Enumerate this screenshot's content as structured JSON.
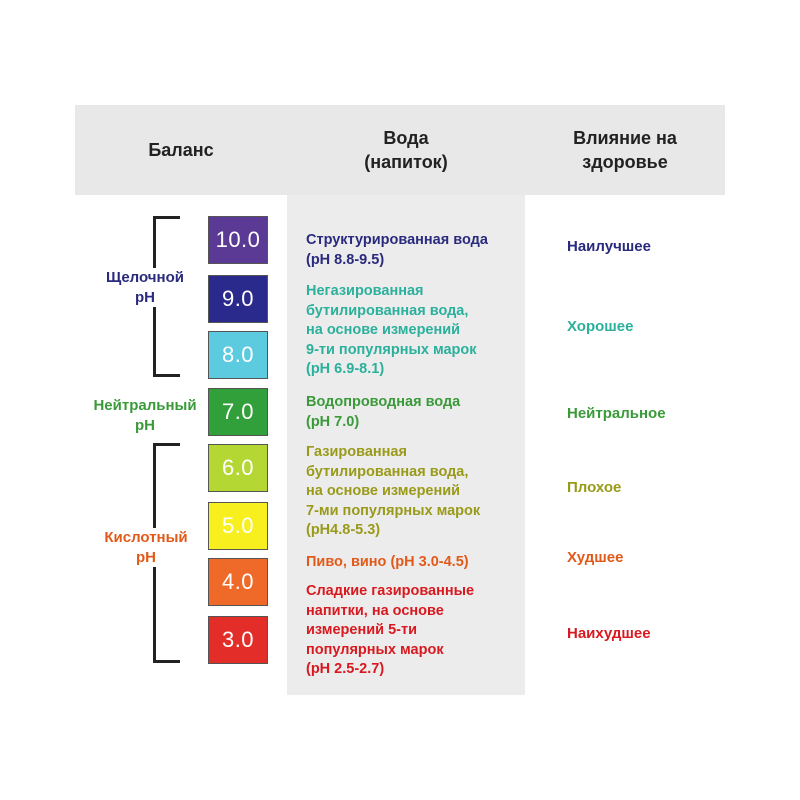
{
  "headers": {
    "balance": "Баланс",
    "water_line1": "Вода",
    "water_line2": "(напиток)",
    "health_line1": "Влияние на",
    "health_line2": "здоровье"
  },
  "groups": {
    "alkaline_line1": "Щелочной",
    "alkaline_line2": "pH",
    "neutral_line1": "Нейтральный",
    "neutral_line2": "pH",
    "acidic_line1": "Кислотный",
    "acidic_line2": "pH"
  },
  "scale": [
    {
      "value": "10.0",
      "color": "#5b3a96"
    },
    {
      "value": "9.0",
      "color": "#2a2a8c"
    },
    {
      "value": "8.0",
      "color": "#5ccbe0"
    },
    {
      "value": "7.0",
      "color": "#32a03a"
    },
    {
      "value": "6.0",
      "color": "#b5d734"
    },
    {
      "value": "5.0",
      "color": "#f7ef1e"
    },
    {
      "value": "4.0",
      "color": "#ef6a28"
    },
    {
      "value": "3.0",
      "color": "#e32d28"
    }
  ],
  "drinks": {
    "structured": [
      "Структурированная вода",
      "(pH 8.8-9.5)"
    ],
    "still_bottled": [
      "Негазированная",
      "бутилированная вода,",
      "на основе измерений",
      "9-ти популярных марок",
      "(pH 6.9-8.1)"
    ],
    "tap": [
      "Водопроводная вода",
      "(pH 7.0)"
    ],
    "sparkling_bottled": [
      "Газированная",
      "бутилированная вода,",
      "на основе измерений",
      "7-ми популярных марок",
      "(pH4.8-5.3)"
    ],
    "beer_wine": [
      "Пиво, вино (pH 3.0-4.5)"
    ],
    "soda": [
      "Сладкие газированные",
      "напитки, на основе",
      "измерений  5-ти",
      "популярных марок",
      "(pH 2.5-2.7)"
    ]
  },
  "effects": {
    "best": "Наилучшее",
    "good": "Хорошее",
    "neutral": "Нейтральное",
    "bad": "Плохое",
    "worse": "Худшее",
    "worst": "Наихудшее"
  },
  "colors": {
    "navy": "#2a2a7e",
    "teal": "#2bb09c",
    "green": "#3a9a3a",
    "olive": "#9a9a1a",
    "orange": "#e25a1a",
    "red": "#d8191f"
  }
}
